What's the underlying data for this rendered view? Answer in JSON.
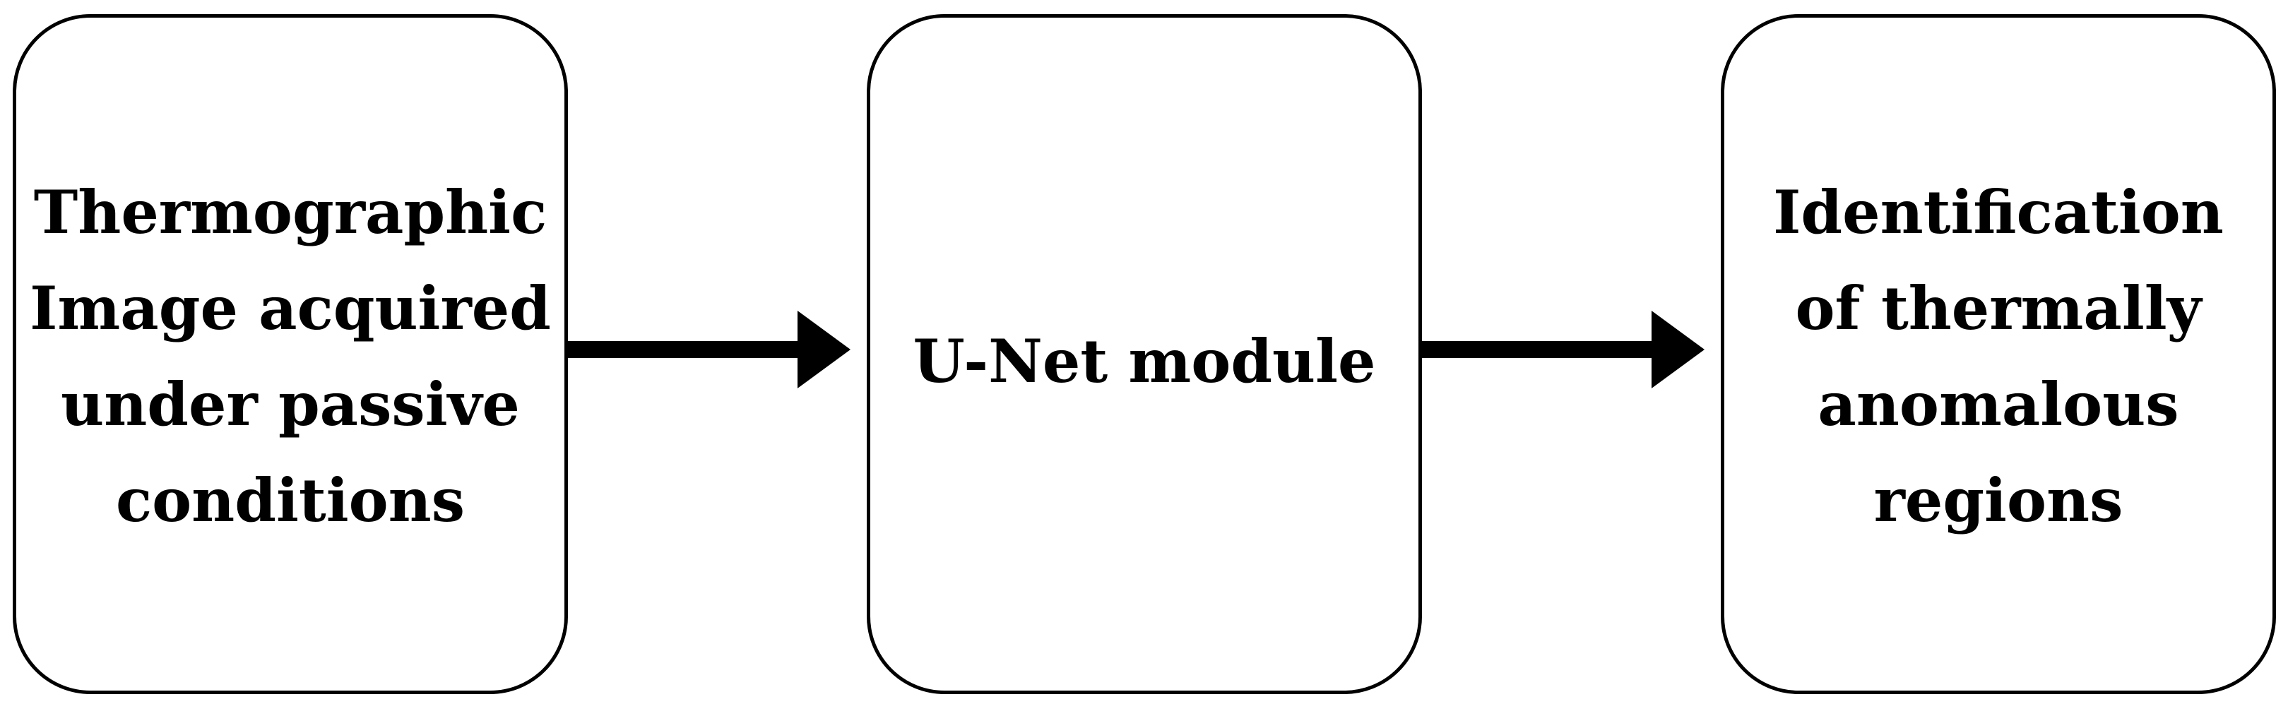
{
  "diagram": {
    "nodes": [
      {
        "id": "input",
        "lines": [
          "Thermographic",
          "Image acquired",
          "under passive",
          "conditions"
        ]
      },
      {
        "id": "model",
        "lines": [
          "U-Net module"
        ]
      },
      {
        "id": "output",
        "lines": [
          "Identification",
          "of thermally",
          "anomalous",
          "regions"
        ]
      }
    ],
    "edges": [
      {
        "from": "input",
        "to": "model"
      },
      {
        "from": "model",
        "to": "output"
      }
    ],
    "colors": {
      "stroke": "#000000",
      "fill": "#ffffff",
      "text": "#000000"
    }
  }
}
